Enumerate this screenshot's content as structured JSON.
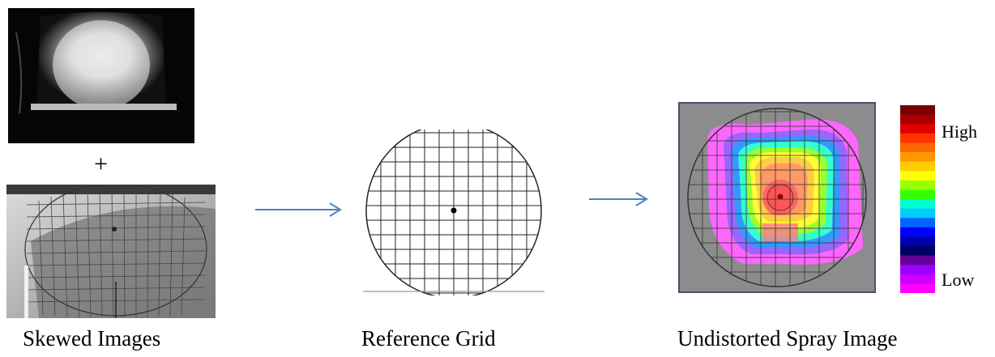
{
  "plus_sign": "+",
  "captions": {
    "skewed": "Skewed Images",
    "reference": "Reference Grid",
    "undistorted": "Undistorted Spray Image"
  },
  "color_scale": {
    "high_label": "High",
    "low_label": "Low",
    "colors": [
      "#7a0000",
      "#a80000",
      "#e00000",
      "#ff3300",
      "#ff6600",
      "#ff9900",
      "#ffcc00",
      "#ffff00",
      "#99ff00",
      "#33ff00",
      "#00ffcc",
      "#00ccff",
      "#0066ff",
      "#0000ff",
      "#0000aa",
      "#000066",
      "#660099",
      "#9900ff",
      "#cc00ff",
      "#ff00ff"
    ]
  },
  "accent_colors": {
    "arrow": "#4f81bd",
    "frame": "#44546a"
  }
}
